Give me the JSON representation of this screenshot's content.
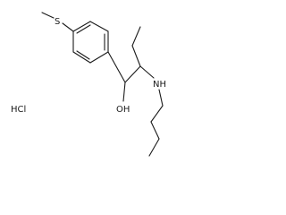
{
  "molecule": {
    "atoms": {
      "sulfur": "S",
      "hydroxyl": "OH",
      "amine": "NH",
      "salt": "HCl"
    },
    "colors": {
      "bond": "#1a1a1a",
      "label": "#1a1a1a",
      "background": "#ffffff"
    }
  }
}
